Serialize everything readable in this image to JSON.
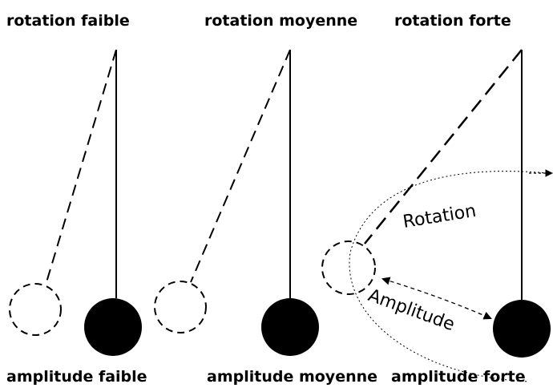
{
  "panels": [
    {
      "top_label": "rotation faible",
      "bottom_label": "amplitude faible"
    },
    {
      "top_label": "rotation moyenne",
      "bottom_label": "amplitude moyenne"
    },
    {
      "top_label": "rotation forte",
      "bottom_label": "amplitude forte"
    }
  ],
  "annotations": {
    "rotation": "Rotation",
    "amplitude": "Amplitude"
  },
  "colors": {
    "ink": "#000000",
    "paper": "#ffffff"
  }
}
